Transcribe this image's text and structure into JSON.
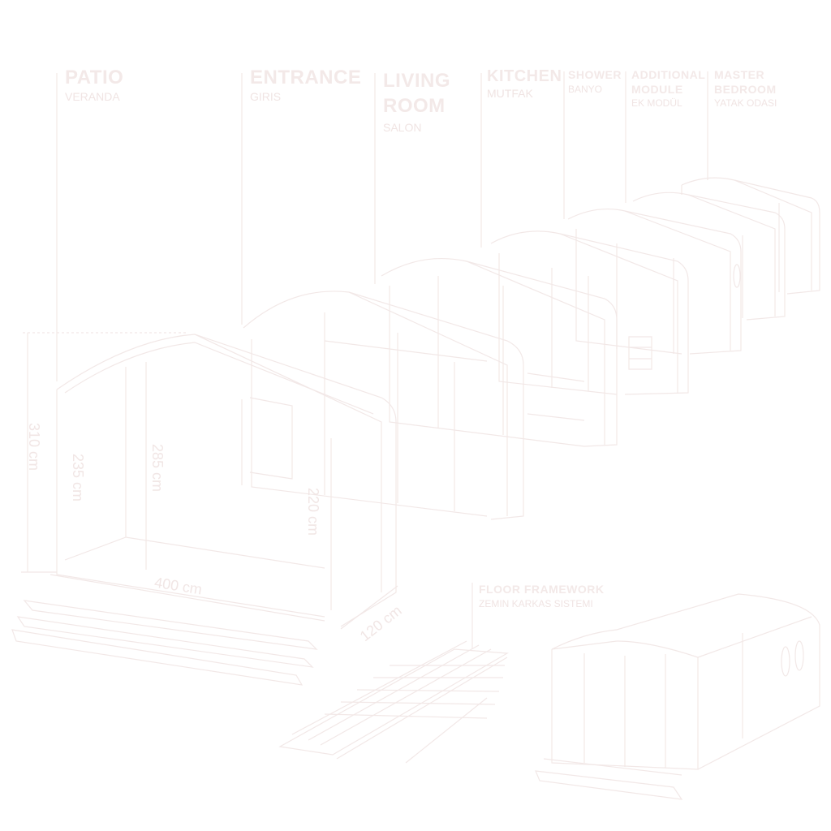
{
  "colors": {
    "line": "#f2e8e7",
    "label": "#f3e9e8",
    "sub_label": "#f0e4e3",
    "background": "#ffffff"
  },
  "modules": [
    {
      "id": "patio",
      "name": "PATIO",
      "sub": "VERANDA"
    },
    {
      "id": "entrance",
      "name": "ENTRANCE",
      "sub": "GIRIS"
    },
    {
      "id": "living",
      "name": "LIVING ROOM",
      "sub": "SALON"
    },
    {
      "id": "kitchen",
      "name": "KITCHEN",
      "sub": "MUTFAK"
    },
    {
      "id": "shower",
      "name": "SHOWER",
      "sub": "BANYO"
    },
    {
      "id": "additional",
      "name": "ADDITIONAL MODULE",
      "sub": "EK MODÜL"
    },
    {
      "id": "master",
      "name": "MASTER BEDROOM",
      "sub": "YATAK ODASI"
    }
  ],
  "floor_framework": {
    "name": "FLOOR FRAMEWORK",
    "sub": "ZEMIN KARKAS SISTEMI"
  },
  "dimensions": {
    "total_height": "310 cm",
    "wall_height": "235 cm",
    "ridge_height": "285 cm",
    "door_height": "220 cm",
    "width": "400 cm",
    "depth": "120 cm"
  }
}
